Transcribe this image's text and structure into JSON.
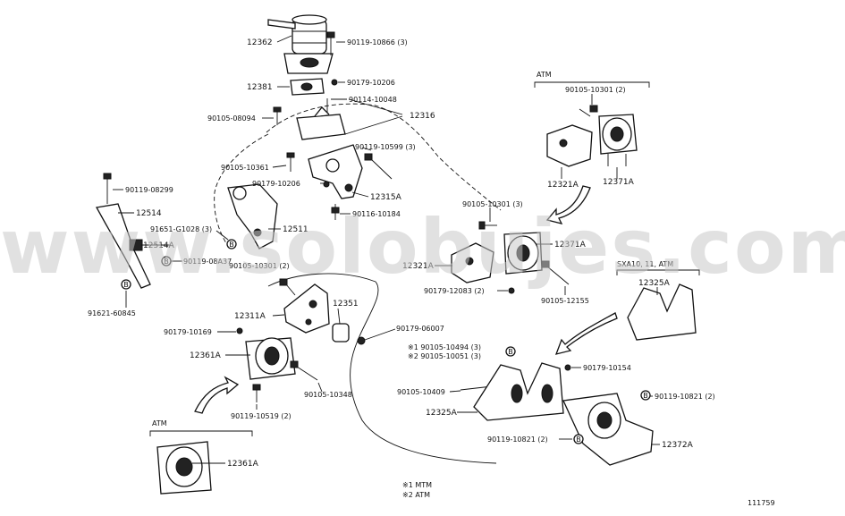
{
  "watermark": "www.solobujes.com",
  "figure_number": "111759",
  "legend": {
    "mtm": "※1  MTM",
    "atm": "※2  ATM"
  },
  "group_labels": {
    "atm_top": "ATM",
    "atm_bottom": "ATM",
    "sxa": "SXA10, 11, ATM"
  },
  "callouts": [
    {
      "id": "12362",
      "text": "12362"
    },
    {
      "id": "90119-10866",
      "text": "90119-10866 (3)"
    },
    {
      "id": "90179-10206a",
      "text": "90179-10206"
    },
    {
      "id": "12381",
      "text": "12381"
    },
    {
      "id": "90114-10048",
      "text": "90114-10048"
    },
    {
      "id": "12316",
      "text": "12316"
    },
    {
      "id": "90105-08094",
      "text": "90105-08094"
    },
    {
      "id": "90119-10599",
      "text": "90119-10599 (3)"
    },
    {
      "id": "90105-10361",
      "text": "90105-10361"
    },
    {
      "id": "90179-10206b",
      "text": "90179-10206"
    },
    {
      "id": "12315A",
      "text": "12315A"
    },
    {
      "id": "90116-10184",
      "text": "90116-10184"
    },
    {
      "id": "90119-08299",
      "text": "90119-08299"
    },
    {
      "id": "12514",
      "text": "12514"
    },
    {
      "id": "91651-G1028",
      "text": "91651-G1028 (3)"
    },
    {
      "id": "12511",
      "text": "12511"
    },
    {
      "id": "12514A",
      "text": "12514A"
    },
    {
      "id": "90119-08A37",
      "text": "90119-08A37"
    },
    {
      "id": "91621-60845",
      "text": "91621-60845"
    },
    {
      "id": "90105-10301a",
      "text": "90105-10301 (2)"
    },
    {
      "id": "12311A",
      "text": "12311A"
    },
    {
      "id": "12351",
      "text": "12351"
    },
    {
      "id": "90179-10169",
      "text": "90179-10169"
    },
    {
      "id": "90179-06007",
      "text": "90179-06007"
    },
    {
      "id": "12361A",
      "text": "12361A"
    },
    {
      "id": "90105-10348",
      "text": "90105-10348"
    },
    {
      "id": "90119-10519",
      "text": "90119-10519 (2)"
    },
    {
      "id": "12361A-atm",
      "text": "12361A"
    },
    {
      "id": "90105-10301b",
      "text": "90105-10301 (2)"
    },
    {
      "id": "12321A-atm",
      "text": "12321A"
    },
    {
      "id": "12371A-atm",
      "text": "12371A"
    },
    {
      "id": "90105-10301c",
      "text": "90105-10301 (3)"
    },
    {
      "id": "12371A",
      "text": "12371A"
    },
    {
      "id": "12321A",
      "text": "12321A"
    },
    {
      "id": "90179-12083",
      "text": "90179-12083 (2)"
    },
    {
      "id": "90105-12155",
      "text": "90105-12155"
    },
    {
      "id": "12325A-sxa",
      "text": "12325A"
    },
    {
      "id": "90105-10494",
      "text": "※1  90105-10494 (3)"
    },
    {
      "id": "90105-10051",
      "text": "※2  90105-10051 (3)"
    },
    {
      "id": "90179-10154",
      "text": "90179-10154"
    },
    {
      "id": "90105-10409",
      "text": "90105-10409"
    },
    {
      "id": "90119-10821a",
      "text": "90119-10821 (2)"
    },
    {
      "id": "12325A",
      "text": "12325A"
    },
    {
      "id": "90119-10821b",
      "text": "90119-10821 (2)"
    },
    {
      "id": "12372A",
      "text": "12372A"
    }
  ],
  "markers": {
    "b": "B"
  }
}
